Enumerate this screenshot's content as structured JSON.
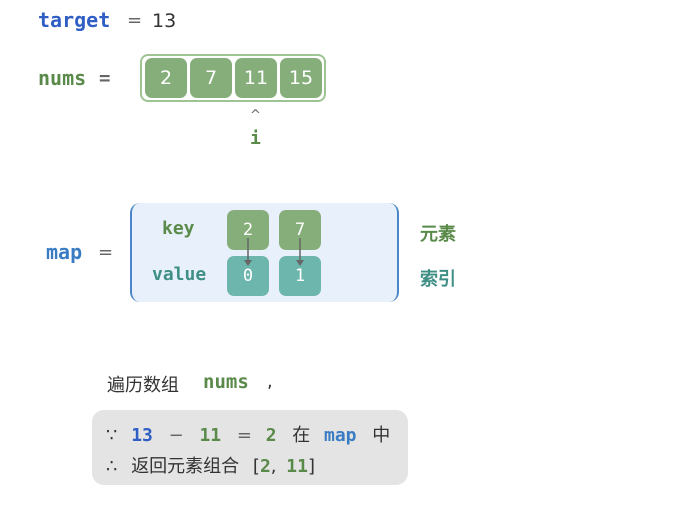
{
  "target": {
    "label": "target",
    "eq": "=",
    "value": "13"
  },
  "nums": {
    "label": "nums",
    "eq": "=",
    "values": [
      "2",
      "7",
      "11",
      "15"
    ]
  },
  "pointer": {
    "arrow": "^",
    "label": "i"
  },
  "map": {
    "label": "map",
    "eq": "=",
    "key_label": "key",
    "value_label": "value",
    "keys": [
      "2",
      "7"
    ],
    "vals": [
      "0",
      "1"
    ],
    "key_side_label": "元素",
    "value_side_label": "索引"
  },
  "step": {
    "prefix": "遍历数组",
    "array": "nums",
    "comma": ",",
    "line1": {
      "because": "∵",
      "a": "13",
      "minus": "−",
      "b": "11",
      "eq": "=",
      "c": "2",
      "in": "在",
      "map": "map",
      "middle": "中"
    },
    "line2": {
      "therefore": "∴",
      "text": "返回元素组合",
      "open": "[",
      "x": "2",
      "sep": ",",
      "y": "11",
      "close": "]"
    }
  },
  "colors": {
    "blue": "#2f5ec4",
    "green": "#5a8a4a",
    "teal": "#3f8f86",
    "cell_green": "#86ae7a",
    "cell_teal": "#6db6ad",
    "map_bg": "#e8f1fb"
  }
}
